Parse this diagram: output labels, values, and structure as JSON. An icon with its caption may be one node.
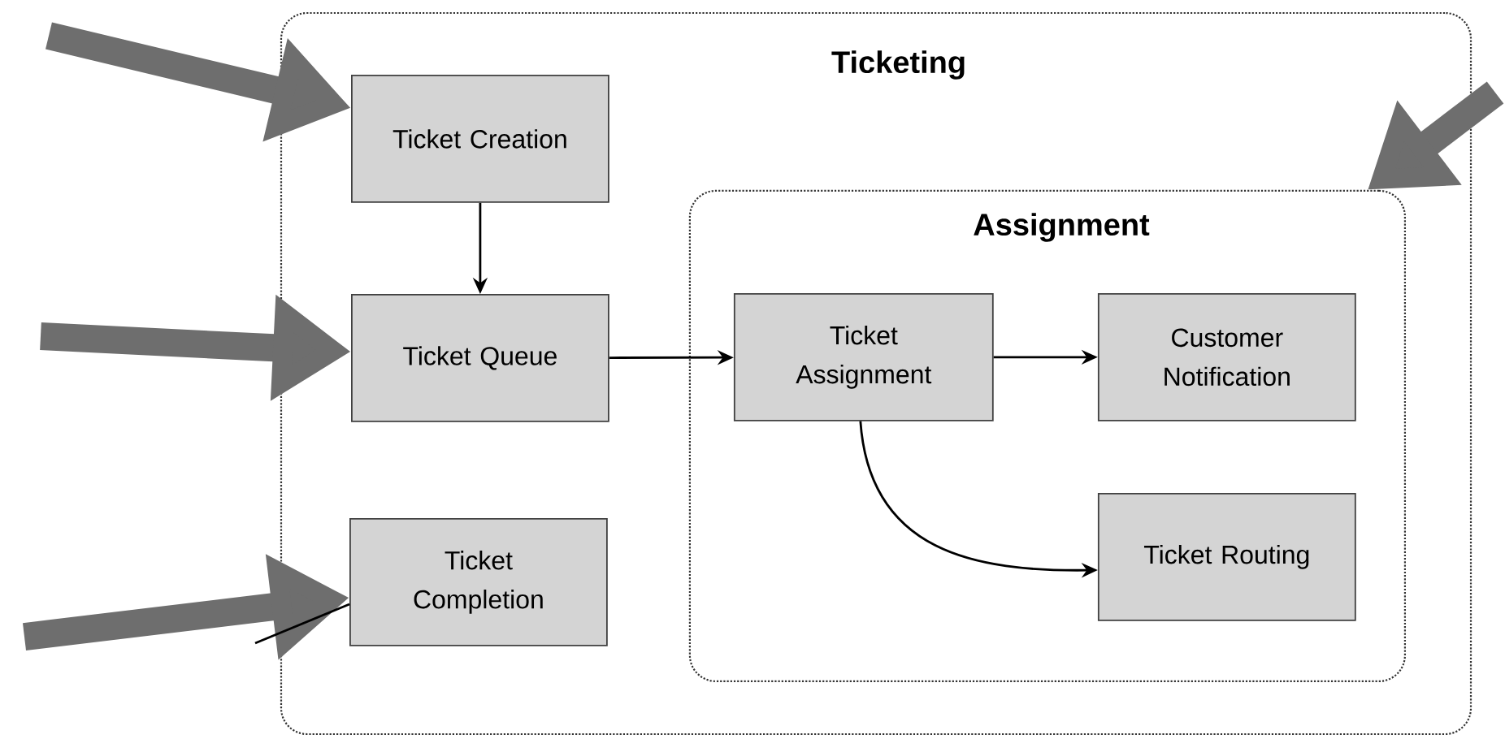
{
  "diagram": {
    "nodes": [
      {
        "text": [
          "Ticketing"
        ]
      },
      {
        "text": [
          "Ticket Creation"
        ],
        "in": 0
      },
      {
        "text": [
          "Ticket Queue"
        ],
        "in": 0
      },
      {
        "text": [
          "Ticket Completion"
        ],
        "in": 0
      },
      {
        "text": [
          "Assignment"
        ],
        "in": 0
      },
      {
        "text": [
          "Ticket Assignment"
        ],
        "in": 4
      },
      {
        "text": [
          "Customer Notification"
        ],
        "in": 4
      },
      {
        "text": [
          "Ticket Routing"
        ],
        "in": 4
      }
    ],
    "edges": [
      {
        "from": 1,
        "to": 2,
        "arrow": "to"
      },
      {
        "from": 2,
        "to": 5,
        "arrow": "to"
      },
      {
        "from": 5,
        "to": 6,
        "arrow": "to"
      },
      {
        "from": 5,
        "to": 7,
        "arrow": "to"
      },
      {
        "from": null,
        "to": 1,
        "arrow": "to",
        "style": "thick",
        "color": "#6e6e6e"
      },
      {
        "from": null,
        "to": 2,
        "arrow": "to",
        "style": "thick",
        "color": "#6e6e6e"
      },
      {
        "from": null,
        "to": 3,
        "arrow": "to",
        "style": "thick",
        "color": "#6e6e6e"
      },
      {
        "from": null,
        "to": 4,
        "arrow": "to",
        "style": "thick",
        "color": "#6e6e6e"
      },
      {
        "from": 3,
        "to": null,
        "arrow": "none"
      }
    ]
  }
}
